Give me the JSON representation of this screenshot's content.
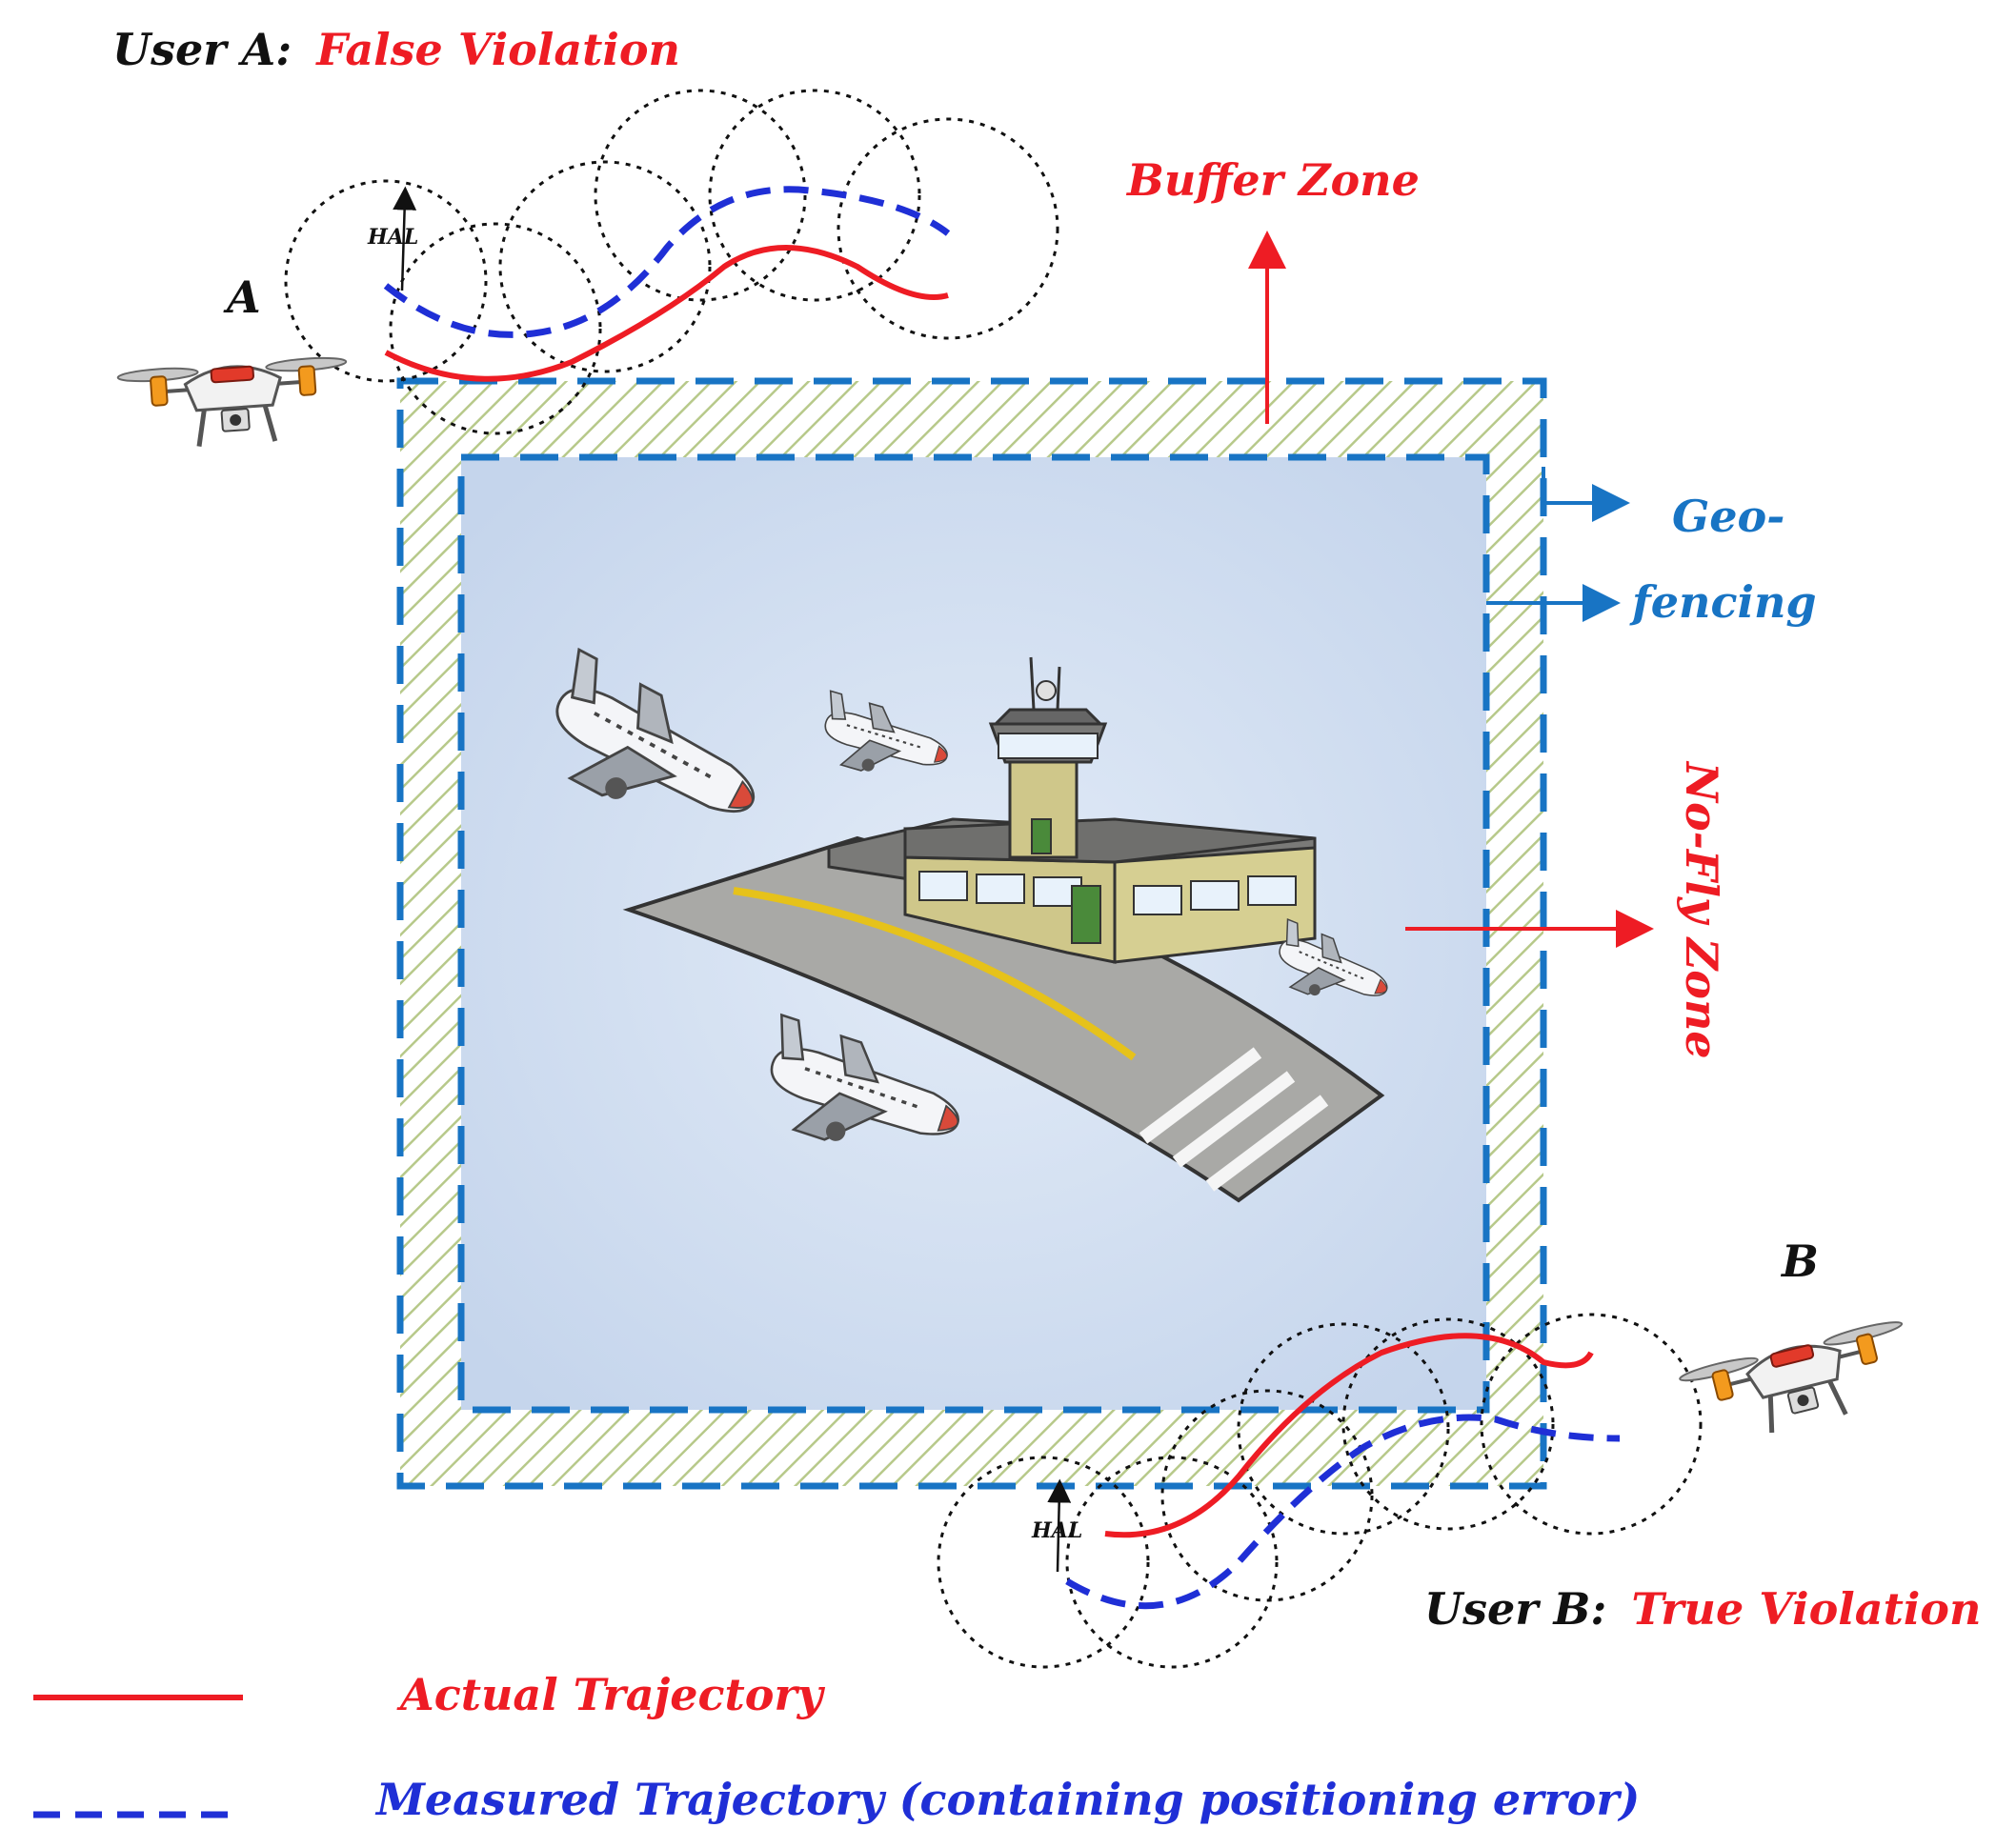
{
  "user_a": {
    "prefix": "User A:",
    "status": "False Violation",
    "drone_label": "A",
    "hal_label": "HAL"
  },
  "user_b": {
    "prefix": "User B:",
    "status": "True Violation",
    "drone_label": "B",
    "hal_label": "HAL"
  },
  "zones": {
    "buffer_zone": "Buffer Zone",
    "geofencing_line1": "Geo-",
    "geofencing_line2": "fencing",
    "no_fly_zone": "No-Fly Zone"
  },
  "legend": {
    "actual": "Actual Trajectory",
    "measured": "Measured Trajectory (containing positioning error)"
  },
  "colors": {
    "red": "#ee1c24",
    "blue": "#1874c4",
    "dark_blue": "#1f2fd6",
    "hatch_green": "#b7c98a",
    "zone_fill": "#cfdcf0",
    "black": "#111111"
  }
}
